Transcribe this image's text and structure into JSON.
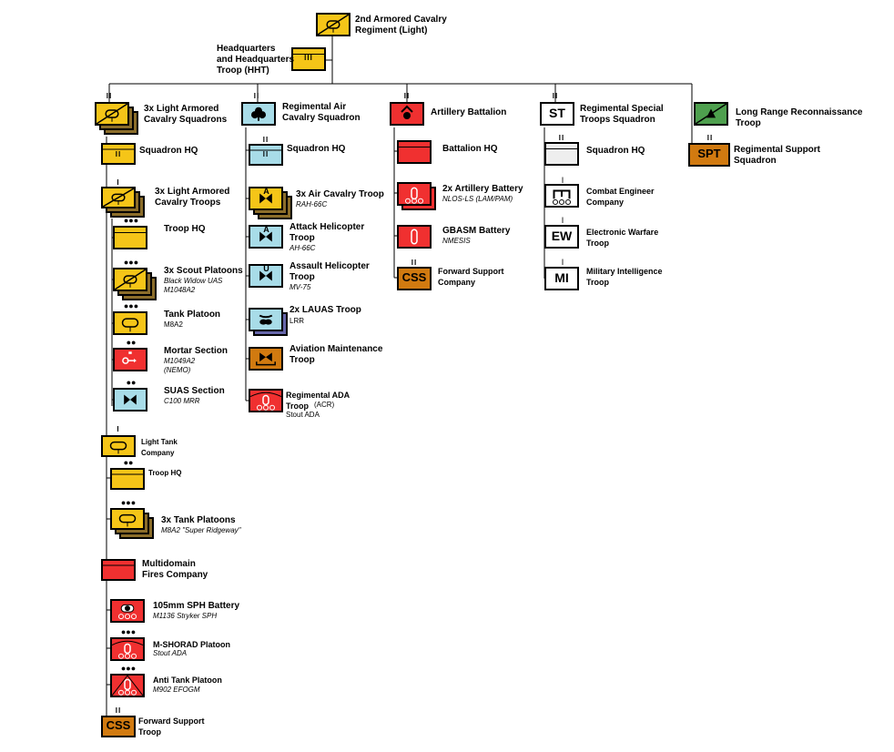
{
  "colors": {
    "cavalry": "#f5c518",
    "cavalry_shadow": "#8b6d2a",
    "aviation": "#a8dce8",
    "artillery": "#f03030",
    "support": "#d17a10",
    "special": "#ffffff",
    "recon": "#4ea04e",
    "gray": "#eeeeee"
  },
  "top": {
    "regiment": "2nd Armored Cavalry\nRegiment (Light)",
    "hht": "Headquarters\nand Headquarters\nTroop (HHT)",
    "hht_echelon": "III"
  },
  "col1": {
    "squadrons": "3x Light Armored\nCavalry Squadrons",
    "squadron_hq": "Squadron HQ",
    "troops": "3x Light Armored\nCavalry Troops",
    "troop_hq": "Troop HQ",
    "scout": "3x Scout Platoons",
    "scout_sub": "Black Widow UAS\nM1048A2",
    "tank_plt": "Tank Platoon",
    "tank_plt_sub": "M8A2",
    "mortar": "Mortar Section",
    "mortar_sub": "M1049A2\n(NEMO)",
    "suas": "SUAS Section",
    "suas_sub": "C100 MRR",
    "light_tank": "Light Tank\nCompany",
    "lt_troop_hq": "Troop HQ",
    "tank_plts": "3x Tank Platoons",
    "tank_plts_sub": "M8A2 \"Super Ridgeway\"",
    "mdf": "Multidomain\nFires Company",
    "sph": "105mm SPH Battery",
    "sph_sub": "M1136 Stryker SPH",
    "mshorad": "M-SHORAD Platoon",
    "mshorad_sub": "Stout ADA",
    "antitank": "Anti Tank Platoon",
    "antitank_sub": "M902 EFOGM",
    "fst": "Forward Support\nTroop",
    "css": "CSS"
  },
  "col2": {
    "air_sqn": "Regimental Air\nCavalry Squadron",
    "sqn_hq": "Squadron HQ",
    "air_cav": "3x Air Cavalry Troop",
    "air_cav_sub": "RAH-66C",
    "attack": "Attack Helicopter\nTroop",
    "attack_sub": "AH-66C",
    "assault": "Assault Helicopter\nTroop",
    "assault_sub": "MV-75",
    "lauas": "2x LAUAS Troop",
    "lauas_sub": "LRR",
    "amt": "Aviation Maintenance\nTroop",
    "ada": "Regimental ADA\nTroop",
    "ada_acr": "(ACR)",
    "ada_sub": "Stout ADA",
    "a_letter": "A",
    "u_letter": "U"
  },
  "col3": {
    "arty": "Artillery Battalion",
    "bn_hq": "Battalion HQ",
    "battery": "2x Artillery Battery",
    "battery_sub": "NLOS-LS (LAM/PAM)",
    "gbasm": "GBASM Battery",
    "gbasm_sub": "NMESIS",
    "fsc": "Forward Support\nCompany",
    "css": "CSS"
  },
  "col4": {
    "stsq": "Regimental Special\nTroops Squadron",
    "st": "ST",
    "sqn_hq": "Squadron HQ",
    "engineer": "Combat Engineer\nCompany",
    "ew_label": "Electronic Warfare\nTroop",
    "ew": "EW",
    "mi_label": "Military Intelligence\nTroop",
    "mi": "MI"
  },
  "col5": {
    "lrrt": "Long Range Reconnaissance\nTroop",
    "rss": "Regimental Support\nSquadron",
    "spt": "SPT"
  },
  "echelons": {
    "ii": "II",
    "iii": "III",
    "i": "I",
    "dots3": "●●●",
    "dots2": "●●"
  }
}
